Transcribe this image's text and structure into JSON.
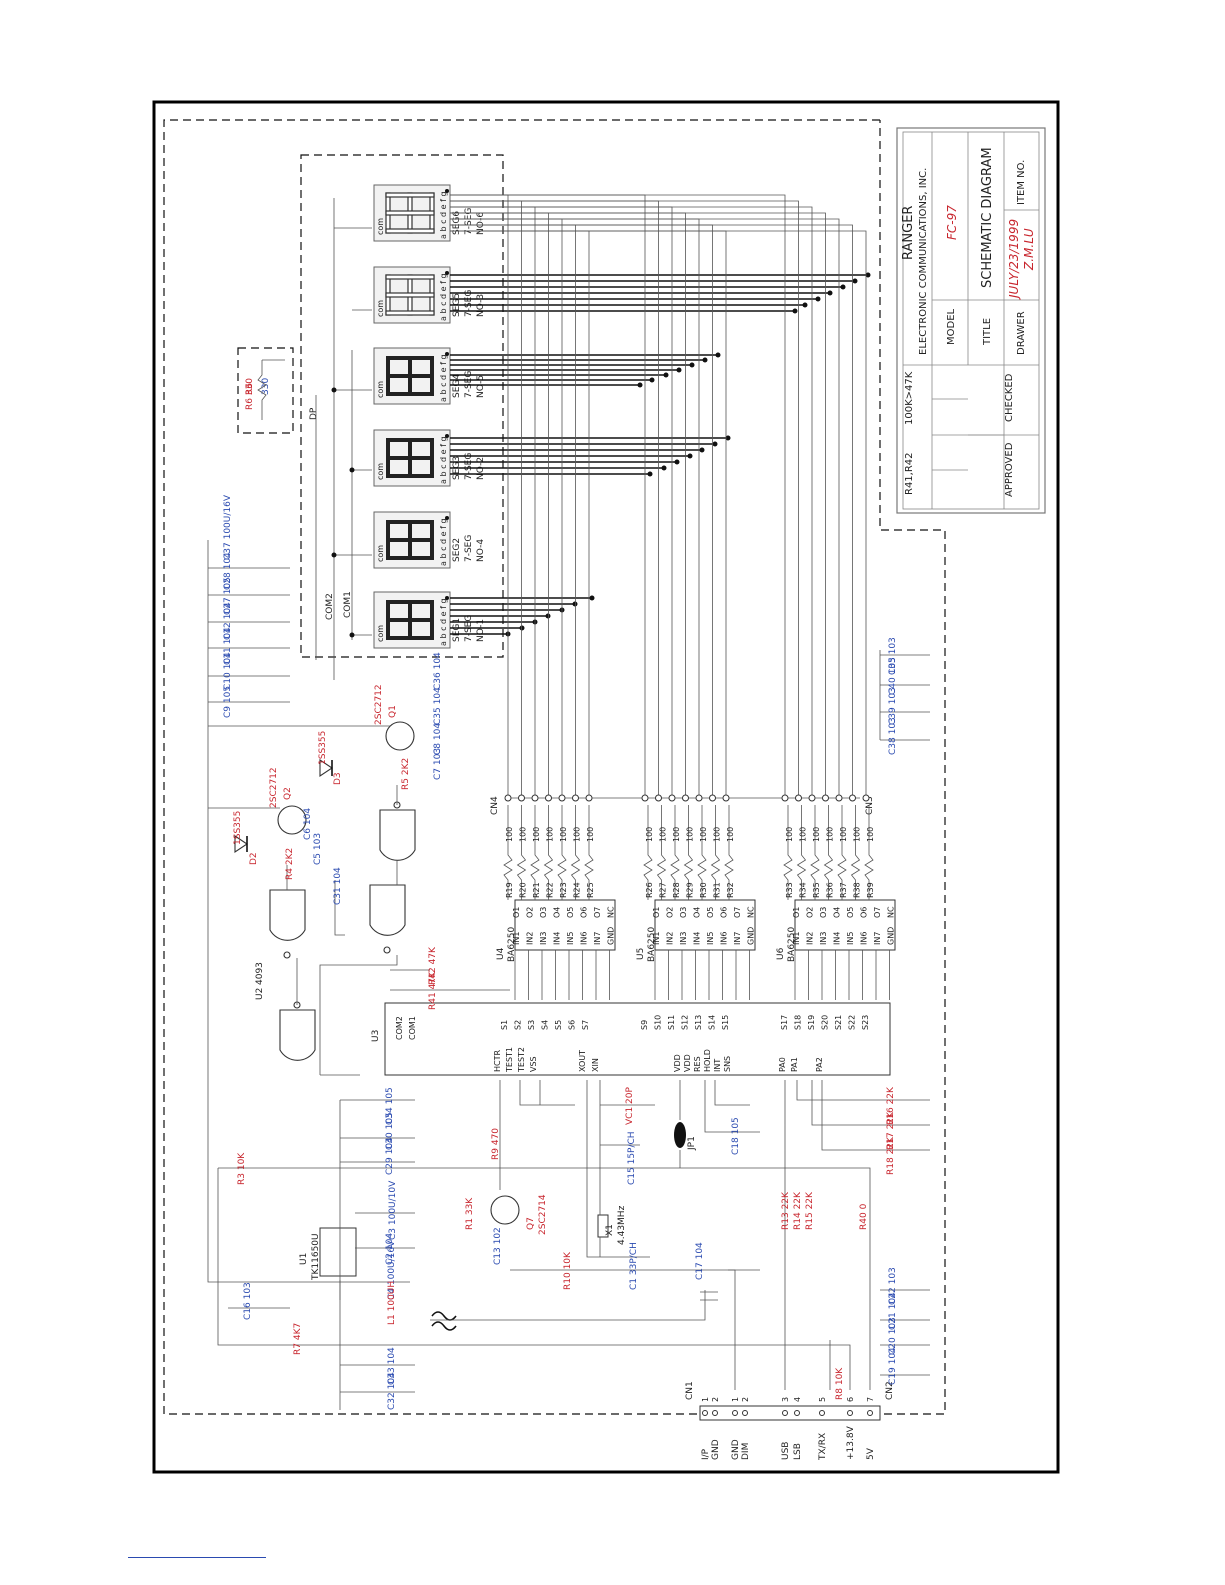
{
  "title_block": {
    "company": "RANGER",
    "company_sub": "ELECTRONIC COMMUNICATIONS, INC.",
    "model_label": "MODEL",
    "model_value": "FC-97",
    "title_label": "TITLE",
    "title_value": "SCHEMATIC DIAGRAM",
    "drawer_label": "DRAWER",
    "date_value": "JULY/23/1999",
    "drawer_value": "Z.M.LU",
    "item_label": "ITEM NO.",
    "approved_label": "APPROVED",
    "checked_label": "CHECKED",
    "rev_parts": "R41,R42",
    "rev_change": "100K>47K"
  },
  "displays": [
    {
      "ref": "SEG6",
      "type": "7-SEG",
      "no": "NO-6"
    },
    {
      "ref": "SEG5",
      "type": "7-SEG",
      "no": "NO-3"
    },
    {
      "ref": "SEG4",
      "type": "7-SEG",
      "no": "NO-5"
    },
    {
      "ref": "SEG3",
      "type": "7-SEG",
      "no": "NO-2"
    },
    {
      "ref": "SEG2",
      "type": "7-SEG",
      "no": "NO-4"
    },
    {
      "ref": "SEG1",
      "type": "7-SEG",
      "no": "NO-1"
    }
  ],
  "display_pins": "com",
  "display_pin_letters": "a b c d e f g",
  "net_labels": {
    "dp": "DP",
    "com1": "COM1",
    "com2": "COM2"
  },
  "drivers": [
    {
      "ref": "U4",
      "part": "BA6250"
    },
    {
      "ref": "U5",
      "part": "BA6250"
    },
    {
      "ref": "U6",
      "part": "BA6250"
    }
  ],
  "driver_in_pins": [
    "IN1",
    "IN2",
    "IN3",
    "IN4",
    "IN5",
    "IN6",
    "IN7",
    "GND"
  ],
  "driver_out_pins": [
    "O1",
    "O2",
    "O3",
    "O4",
    "O5",
    "O6",
    "O7",
    "NC"
  ],
  "driver_resistors": [
    [
      "R19",
      "R20",
      "R21",
      "R22",
      "R23",
      "R24",
      "R25"
    ],
    [
      "R26",
      "R27",
      "R28",
      "R29",
      "R30",
      "R31",
      "R32"
    ],
    [
      "R33",
      "R34",
      "R35",
      "R36",
      "R37",
      "R38",
      "R39"
    ]
  ],
  "driver_resistor_value": "100",
  "connectors": {
    "cn4": "CN4",
    "cn3": "CN3",
    "cn1": "CN1",
    "cn2": "CN2"
  },
  "mcu": {
    "ref": "U3",
    "pins_left": [
      "HCTR",
      "TEST1",
      "TEST2",
      "VSS",
      "XOUT",
      "XIN",
      "VDD",
      "VDD",
      "RES",
      "HOLD",
      "INT",
      "SNS",
      "PA0",
      "PA1",
      "PA2"
    ],
    "pins_top": [
      "COM2",
      "COM1"
    ],
    "segment_pins": [
      "S1",
      "S2",
      "S3",
      "S4",
      "S5",
      "S6",
      "S7",
      "S9",
      "S10",
      "S11",
      "S12",
      "S13",
      "S14",
      "S15",
      "S17",
      "S18",
      "S19",
      "S20",
      "S21",
      "S22",
      "S23"
    ]
  },
  "gates": {
    "ref": "U2",
    "part": "4093"
  },
  "regulator": {
    "ref": "U1",
    "part": "TK11650U"
  },
  "transistors": [
    {
      "ref": "Q1",
      "part": "2SC2712"
    },
    {
      "ref": "Q2",
      "part": "2SC2712"
    },
    {
      "ref": "Q7",
      "part": "2SC2714"
    }
  ],
  "diodes": [
    {
      "ref": "D3",
      "part": "1SS355"
    },
    {
      "ref": "D2",
      "part": "1SS355"
    }
  ],
  "crystal": {
    "ref": "X1",
    "value": "4.43MHz"
  },
  "jumper": "JP1",
  "components_blue": [
    "C37 100U/16V",
    "C28 104",
    "C27 105",
    "C12 104",
    "C11 104",
    "C10 104",
    "C9 105",
    "C36 104",
    "C35 104",
    "C8 104",
    "C7 103",
    "C6 104",
    "C5 103",
    "C31 104",
    "C34 105",
    "C30 105",
    "C29 104",
    "C3 100U/10V",
    "C2 104",
    "C4 100U/16V",
    "C16 103",
    "C33 104",
    "C32 104",
    "C15 15P/CH",
    "C18 105",
    "C13 102",
    "C1 33P/CH",
    "C17 104",
    "C22 103",
    "C21 104",
    "C20 103",
    "C19 104",
    "C40 103",
    "C39 103",
    "C38 103",
    "C35 103"
  ],
  "components_red": [
    "R6 330",
    "R5 2K2",
    "R4 2K2",
    "R42 47K",
    "R41 47K",
    "R3 10K",
    "R9 470",
    "R1 33K",
    "R10 10K",
    "R7 4K7",
    "L1 100UH",
    "VC1 20P",
    "R16 22K",
    "R17 22K",
    "R18 22K",
    "R13 22K",
    "R14 22K",
    "R15 22K",
    "R40 0",
    "R8 10K"
  ],
  "io_pins": [
    {
      "num": "1",
      "name": "I/P"
    },
    {
      "num": "2",
      "name": "GND"
    },
    {
      "num": "1",
      "name": "GND"
    },
    {
      "num": "2",
      "name": "DIM"
    },
    {
      "num": "3",
      "name": "USB"
    },
    {
      "num": "4",
      "name": "LSB"
    },
    {
      "num": "5",
      "name": "TX/RX"
    },
    {
      "num": "6",
      "name": "+13.8V"
    },
    {
      "num": "7",
      "name": "5V"
    }
  ]
}
